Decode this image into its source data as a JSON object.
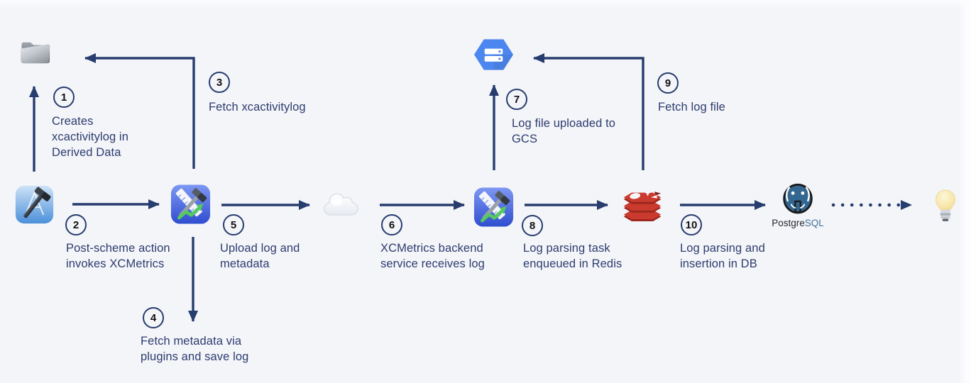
{
  "background": "#f4f5f9",
  "accent_navy": "#273c6f",
  "steps": [
    {
      "number": "1",
      "label": "Creates\nxcactivitylog in\nDerived Data"
    },
    {
      "number": "2",
      "label": "Post-scheme action\ninvokes XCMetrics"
    },
    {
      "number": "3",
      "label": "Fetch xcactivitylog"
    },
    {
      "number": "4",
      "label": "Fetch metadata via\nplugins and save log"
    },
    {
      "number": "5",
      "label": "Upload log and\nmetadata"
    },
    {
      "number": "6",
      "label": "XCMetrics backend\nservice receives log"
    },
    {
      "number": "7",
      "label": "Log file uploaded to\nGCS"
    },
    {
      "number": "8",
      "label": "Log parsing task\nenqueued in Redis"
    },
    {
      "number": "9",
      "label": "Fetch log file"
    },
    {
      "number": "10",
      "label": "Log parsing and\ninsertion in DB"
    }
  ],
  "nodes": {
    "derived_data": {
      "icon": "folder-icon"
    },
    "xcode": {
      "icon": "xcode-icon"
    },
    "xcmetrics_client": {
      "icon": "xcmetrics-icon"
    },
    "cloud": {
      "icon": "cloud-icon"
    },
    "xcmetrics_backend": {
      "icon": "xcmetrics-icon"
    },
    "gcs": {
      "icon": "gcs-hexagon-icon"
    },
    "redis": {
      "icon": "redis-icon"
    },
    "postgresql": {
      "icon": "postgresql-elephant-icon",
      "label_dark": "Postgre",
      "label_blue": "SQL"
    },
    "insight": {
      "icon": "lightbulb-icon"
    }
  }
}
